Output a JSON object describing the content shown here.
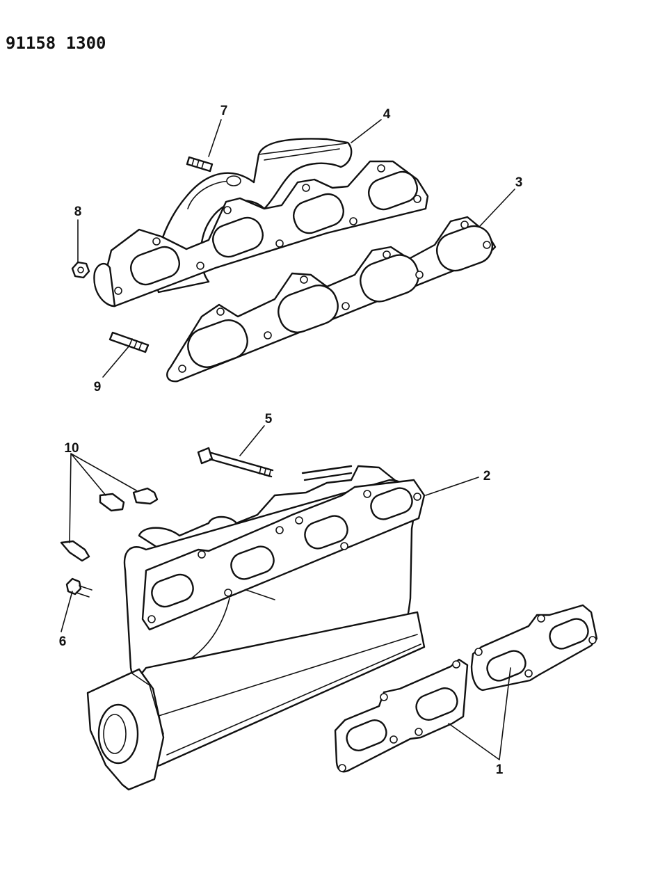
{
  "document": {
    "code": "91158 1300"
  },
  "callouts": {
    "c1": "1",
    "c2": "2",
    "c3": "3",
    "c4": "4",
    "c5": "5",
    "c6": "6",
    "c7": "7",
    "c8": "8",
    "c9": "9",
    "c10": "10"
  }
}
